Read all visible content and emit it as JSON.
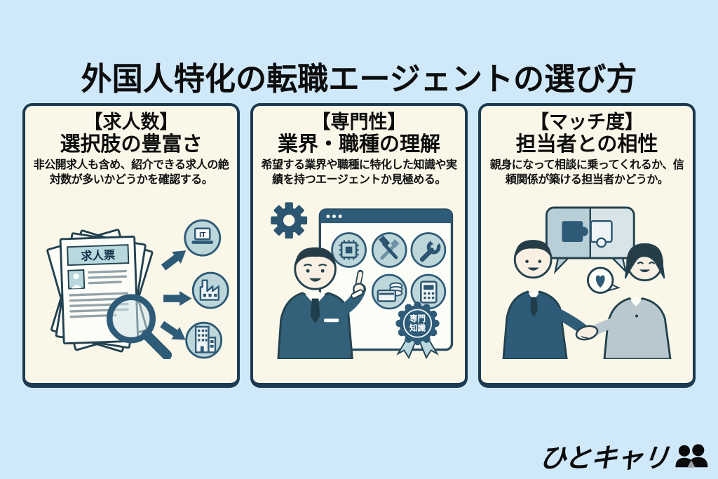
{
  "title": "外国人特化の転職エージェントの選び方",
  "colors": {
    "background": "#cfe8fa",
    "card_background": "#faf7e9",
    "card_border": "#1c3a50",
    "illustration_dark": "#2e5b77",
    "illustration_light": "#bcd6da",
    "text": "#0d0d0d"
  },
  "cards": [
    {
      "bracket_title": "【求人数】",
      "subtitle": "選択肢の豊富さ",
      "description": "非公開求人も含め、紹介できる求人の絶対数が多いかどうかを確認する。",
      "illustration": {
        "document_label": "求人票",
        "it_label": "IT",
        "icons": [
          "job-documents",
          "magnifier",
          "arrows",
          "it-laptop",
          "factory",
          "office-building"
        ]
      }
    },
    {
      "bracket_title": "【専門性】",
      "subtitle": "業界・職種の理解",
      "description": "希望する業界や職種に特化した知識や実績を持つエージェントか見極める。",
      "illustration": {
        "badge_lines": [
          "専門",
          "知識"
        ],
        "icons": [
          "gear",
          "browser-window",
          "cpu-chip",
          "tools",
          "wrench",
          "money",
          "calculator",
          "consultant-pointing",
          "expertise-badge"
        ]
      }
    },
    {
      "bracket_title": "【マッチ度】",
      "subtitle": "担当者との相性",
      "description": "親身になって相談に乗ってくれるか、信頼関係が築ける担当者かどうか。",
      "illustration": {
        "icons": [
          "puzzle-speech-bubbles",
          "heart-bubble",
          "handshake-people"
        ]
      }
    }
  ],
  "logo": {
    "text": "ひとキャリ",
    "icon": "two-people"
  }
}
